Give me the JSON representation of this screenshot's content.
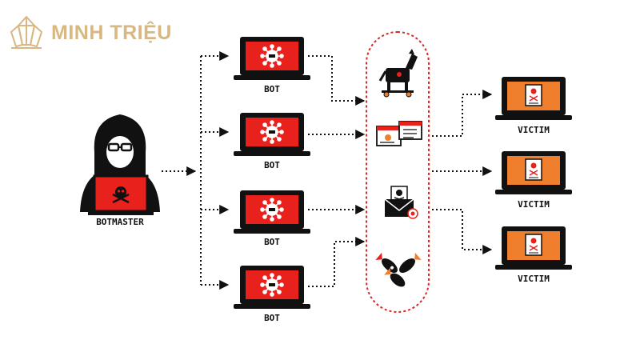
{
  "brand": {
    "name": "MINH TRIỆU",
    "color": "#d8b782"
  },
  "labels": {
    "botmaster": "BOTMASTER",
    "bot": "BOT",
    "victim": "VICTIM"
  },
  "colors": {
    "bot_screen": "#e8211d",
    "victim_screen": "#f07f2d",
    "outline": "#111111",
    "attack_group_border": "#d9262b"
  },
  "attack_icons": [
    "trojan-horse-icon",
    "phishing-windows-icon",
    "malicious-email-icon",
    "bomb-missiles-icon"
  ]
}
